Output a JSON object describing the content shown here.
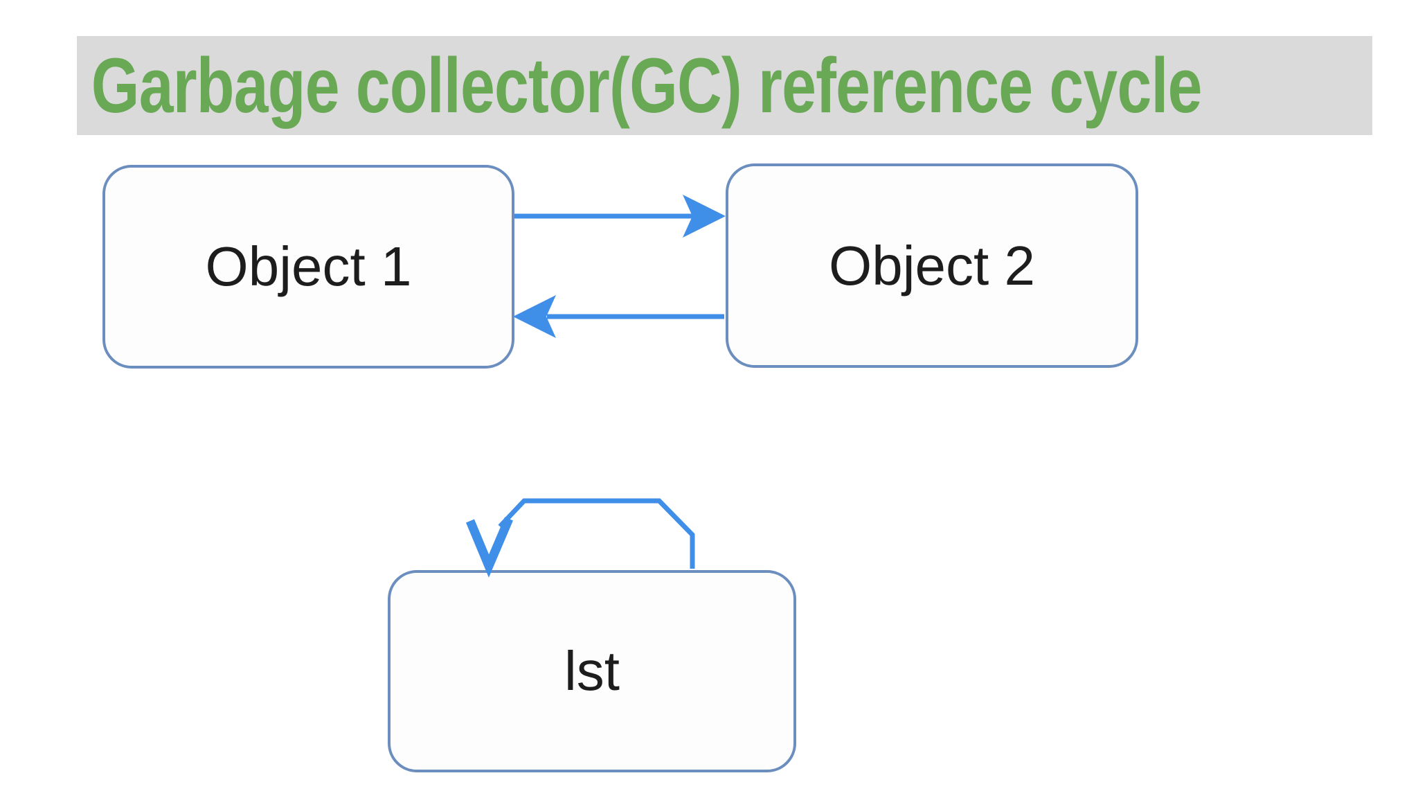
{
  "title": {
    "text": "Garbage collector(GC) reference cycle"
  },
  "diagram": {
    "nodes": [
      {
        "id": "object1",
        "label": "Object 1"
      },
      {
        "id": "object2",
        "label": "Object 2"
      },
      {
        "id": "lst",
        "label": "lst"
      }
    ],
    "edges": [
      {
        "from": "object1",
        "to": "object2",
        "description": "Object 1 references Object 2"
      },
      {
        "from": "object2",
        "to": "object1",
        "description": "Object 2 references Object 1"
      },
      {
        "from": "lst",
        "to": "lst",
        "description": "lst references itself (self-reference cycle)"
      }
    ]
  },
  "colors": {
    "title_text": "#69a854",
    "title_bar_bg": "#dadada",
    "node_border": "#6c8ebf",
    "node_fill": "#fdfdfe",
    "node_text": "#1d1d1d",
    "arrow": "#3f8ee8",
    "canvas_bg": "#ffffff"
  }
}
